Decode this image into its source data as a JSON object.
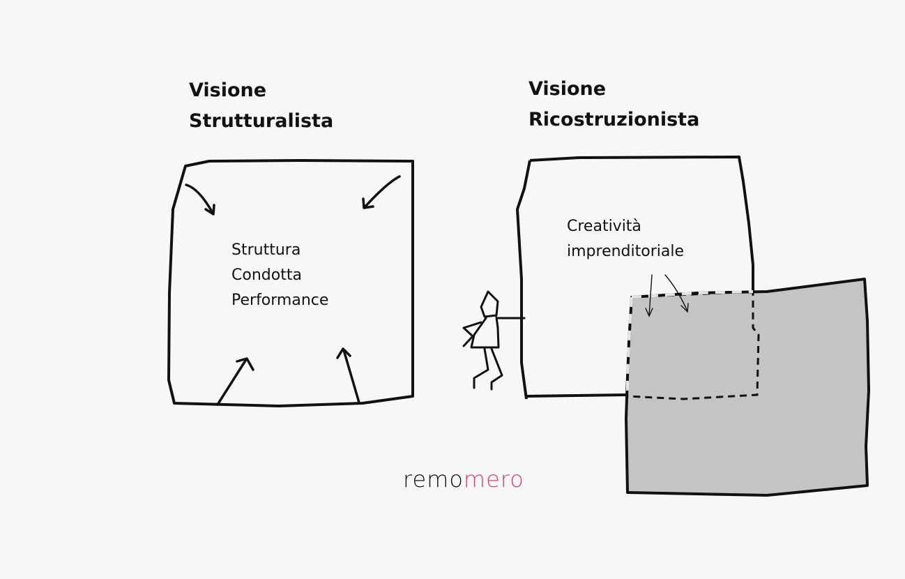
{
  "left_panel": {
    "title_line1": "Visione",
    "title_line2": "Strutturalista",
    "content": [
      "Struttura",
      "Condotta",
      "Performance"
    ]
  },
  "right_panel": {
    "title_line1": "Visione",
    "title_line2": "Ricostruzionista",
    "content": [
      "Creatività",
      "imprenditoriale"
    ]
  },
  "logo": {
    "part1": "remo",
    "part2": "mero",
    "color1": "#111111",
    "color2": "#e0405a"
  },
  "colors": {
    "background": "#f7f7f7",
    "stroke": "#111111",
    "gray_fill": "#c4c4c4"
  }
}
